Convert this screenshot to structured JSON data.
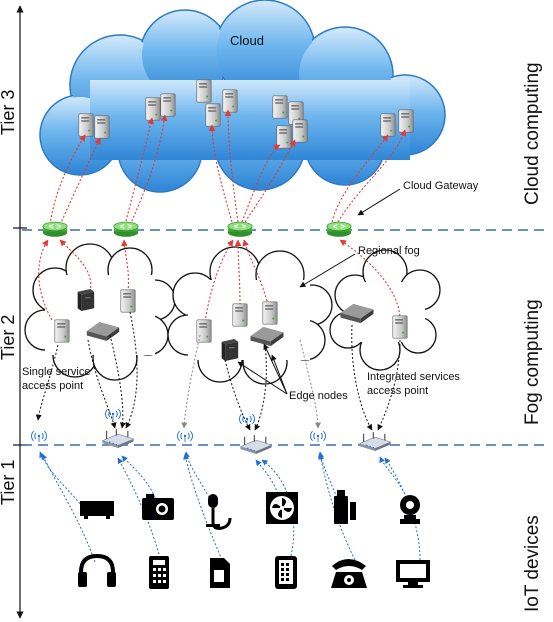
{
  "tiers": {
    "tier3": "Tier 3",
    "tier2": "Tier 2",
    "tier1": "Tier 1"
  },
  "layers": {
    "cloud": "Cloud computing",
    "fog": "Fog computing",
    "iot": "IoT devices"
  },
  "cloud_label": "Cloud",
  "annotations": {
    "cloud_gateway": "Cloud Gateway",
    "regional_fog": "Regional fog",
    "edge_nodes": "Edge nodes",
    "single_service_1": "Single service",
    "single_service_2": "access point",
    "integrated_1": "Integrated  services",
    "integrated_2": "access point"
  },
  "colors": {
    "cloud_fill": "#5aa8e6",
    "fog_link": "#e53935",
    "iot_link": "#1e6fd9",
    "tier_line": "#3a6bb0"
  },
  "icons": {
    "iot_row1": [
      "set-top-box-icon",
      "camera-icon",
      "microphone-icon",
      "fan-icon",
      "usb-stick-icon",
      "webcam-icon"
    ],
    "iot_row2": [
      "headphones-icon",
      "remote-control-icon",
      "sim-card-icon",
      "phone-icon",
      "telephone-icon",
      "tv-icon"
    ]
  }
}
